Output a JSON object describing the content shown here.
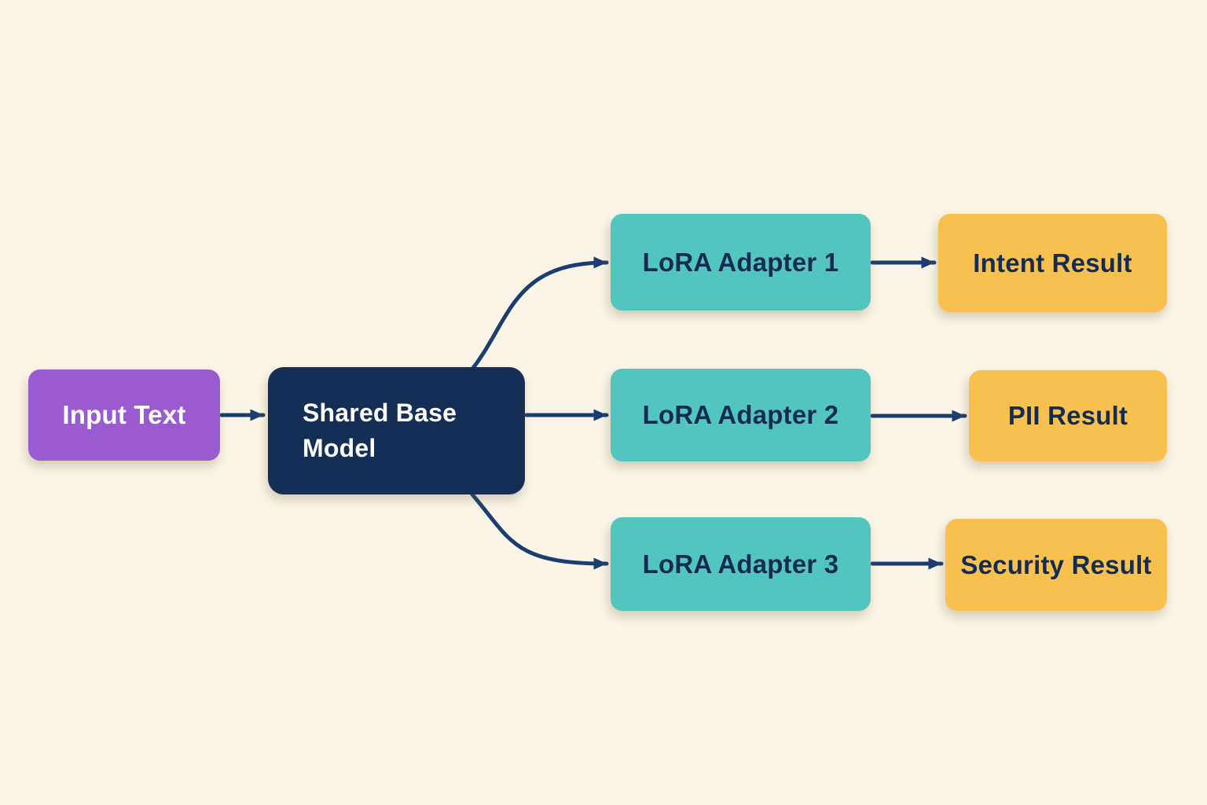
{
  "colors": {
    "background": "#FAF5E7",
    "purple": "#9B5BD0",
    "navy": "#142E56",
    "teal": "#52C6BE",
    "yellow": "#F8C14F",
    "arrow": "#1B3E72",
    "text_light": "#FFFFFF",
    "text_dark": "#132C54"
  },
  "nodes": {
    "input": {
      "label": "Input Text"
    },
    "base": {
      "label": "Shared Base Model"
    },
    "adapter1": {
      "label": "LoRA Adapter 1"
    },
    "adapter2": {
      "label": "LoRA Adapter 2"
    },
    "adapter3": {
      "label": "LoRA Adapter 3"
    },
    "result1": {
      "label": "Intent Result"
    },
    "result2": {
      "label": "PII Result"
    },
    "result3": {
      "label": "Security Result"
    }
  },
  "edges": [
    {
      "from": "input",
      "to": "base"
    },
    {
      "from": "base",
      "to": "adapter1"
    },
    {
      "from": "base",
      "to": "adapter2"
    },
    {
      "from": "base",
      "to": "adapter3"
    },
    {
      "from": "adapter1",
      "to": "result1"
    },
    {
      "from": "adapter2",
      "to": "result2"
    },
    {
      "from": "adapter3",
      "to": "result3"
    }
  ]
}
